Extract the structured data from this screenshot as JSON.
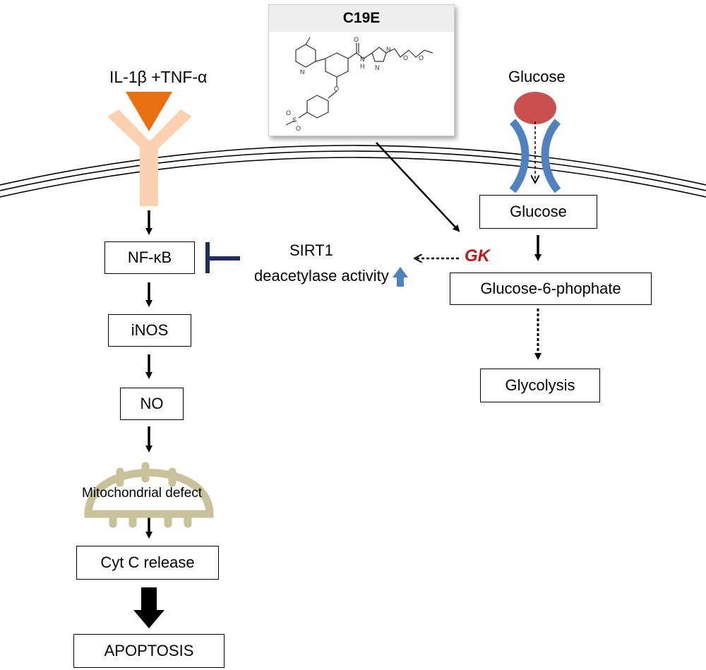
{
  "ligand": {
    "label": "IL-1β +TNF-α"
  },
  "drug": {
    "name": "C19E"
  },
  "glucose_outside": {
    "label": "Glucose"
  },
  "left_pathway": {
    "nfkb": "NF-κB",
    "inos": "iNOS",
    "no": "NO",
    "mito": "Mitochondrial defect",
    "cytc": "Cyt C release",
    "apoptosis": "APOPTOSIS"
  },
  "sirt1": {
    "line1": "SIRT1",
    "line2": "deacetylase activity"
  },
  "gk": {
    "label": "GK"
  },
  "right_pathway": {
    "glucose": "Glucose",
    "g6p": "Glucose-6-phophate",
    "glycolysis": "Glycolysis"
  },
  "colors": {
    "ligand": "#e8700f",
    "receptor": "#fbd1b0",
    "glucose_ball": "#c9504f",
    "transporter": "#4f82bf",
    "mitochondrion": "#c8c19a",
    "gk_text": "#c0191b",
    "inhibitor": "#1f2d5c",
    "up_arrow": "#4f82bf"
  }
}
